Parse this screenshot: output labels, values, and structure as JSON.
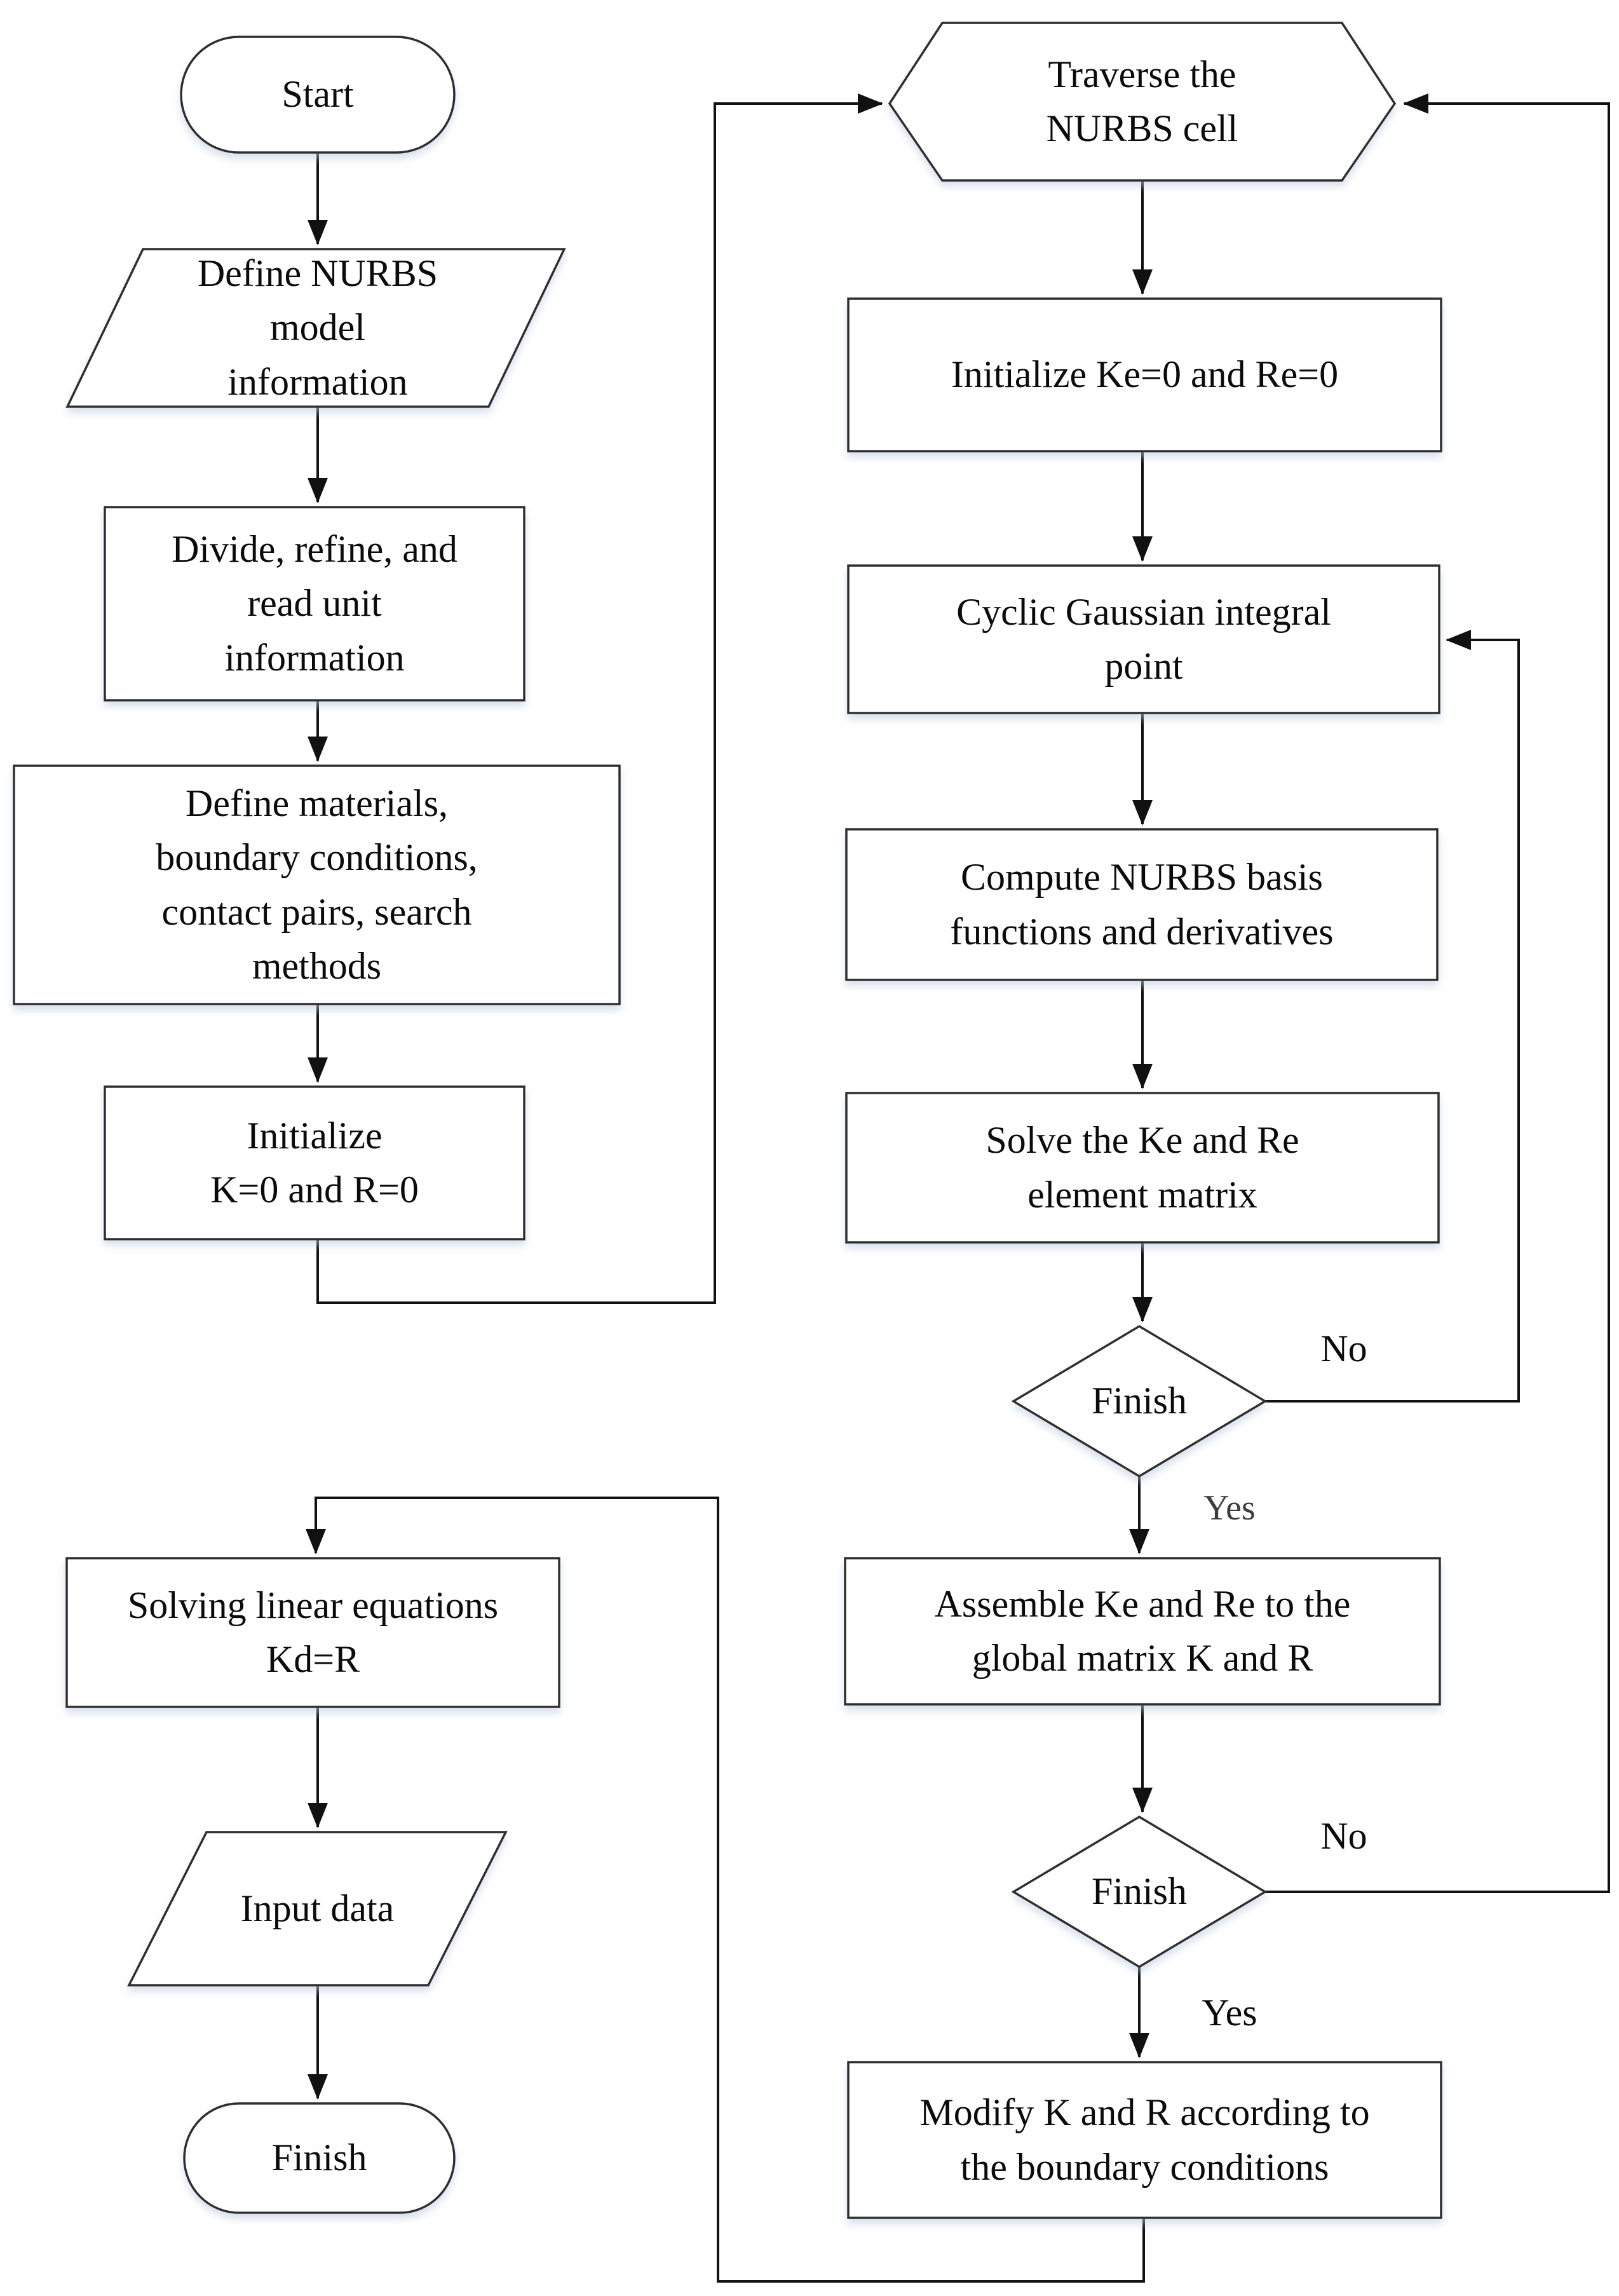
{
  "diagram": {
    "description": "Flowchart of NURBS-based finite element analysis procedure",
    "colors": {
      "background": "#ffffff",
      "node_fill": "#ffffff",
      "node_stroke": "#2e2e2e",
      "connector": "#111111",
      "shadow": "#b9c6dd",
      "yes_label_gray": "#3d3d3d"
    },
    "nodes": {
      "start": {
        "shape": "stadium",
        "label": "Start"
      },
      "define_nurbs": {
        "shape": "parallelogram",
        "label": "Define NURBS\nmodel\ninformation"
      },
      "divide": {
        "shape": "rect",
        "label": "Divide, refine, and\nread unit\ninformation"
      },
      "materials": {
        "shape": "rect",
        "label": "Define materials,\nboundary conditions,\ncontact pairs, search\nmethods"
      },
      "init_global": {
        "shape": "rect",
        "label": "Initialize\nK=0 and R=0"
      },
      "traverse": {
        "shape": "hexagon",
        "label": "Traverse the\nNURBS cell"
      },
      "init_elem": {
        "shape": "rect",
        "label": "Initialize Ke=0 and Re=0"
      },
      "gauss": {
        "shape": "rect",
        "label": "Cyclic Gaussian integral\npoint"
      },
      "basis": {
        "shape": "rect",
        "label": "Compute NURBS basis\nfunctions and derivatives"
      },
      "solve_elem": {
        "shape": "rect",
        "label": "Solve the Ke and Re\nelement matrix"
      },
      "finish_gauss": {
        "shape": "diamond",
        "label": "Finish"
      },
      "assemble": {
        "shape": "rect",
        "label": "Assemble Ke and Re to the\nglobal matrix K and R"
      },
      "finish_cells": {
        "shape": "diamond",
        "label": "Finish"
      },
      "modify": {
        "shape": "rect",
        "label": "Modify K and R according to\nthe boundary conditions"
      },
      "solve_linear": {
        "shape": "rect",
        "label": "Solving linear equations\nKd=R"
      },
      "input_data": {
        "shape": "parallelogram",
        "label": "Input data"
      },
      "finish": {
        "shape": "stadium",
        "label": "Finish"
      }
    },
    "edge_labels": {
      "no_gauss": "No",
      "yes_gauss": "Yes",
      "no_cells": "No",
      "yes_cells": "Yes"
    }
  }
}
